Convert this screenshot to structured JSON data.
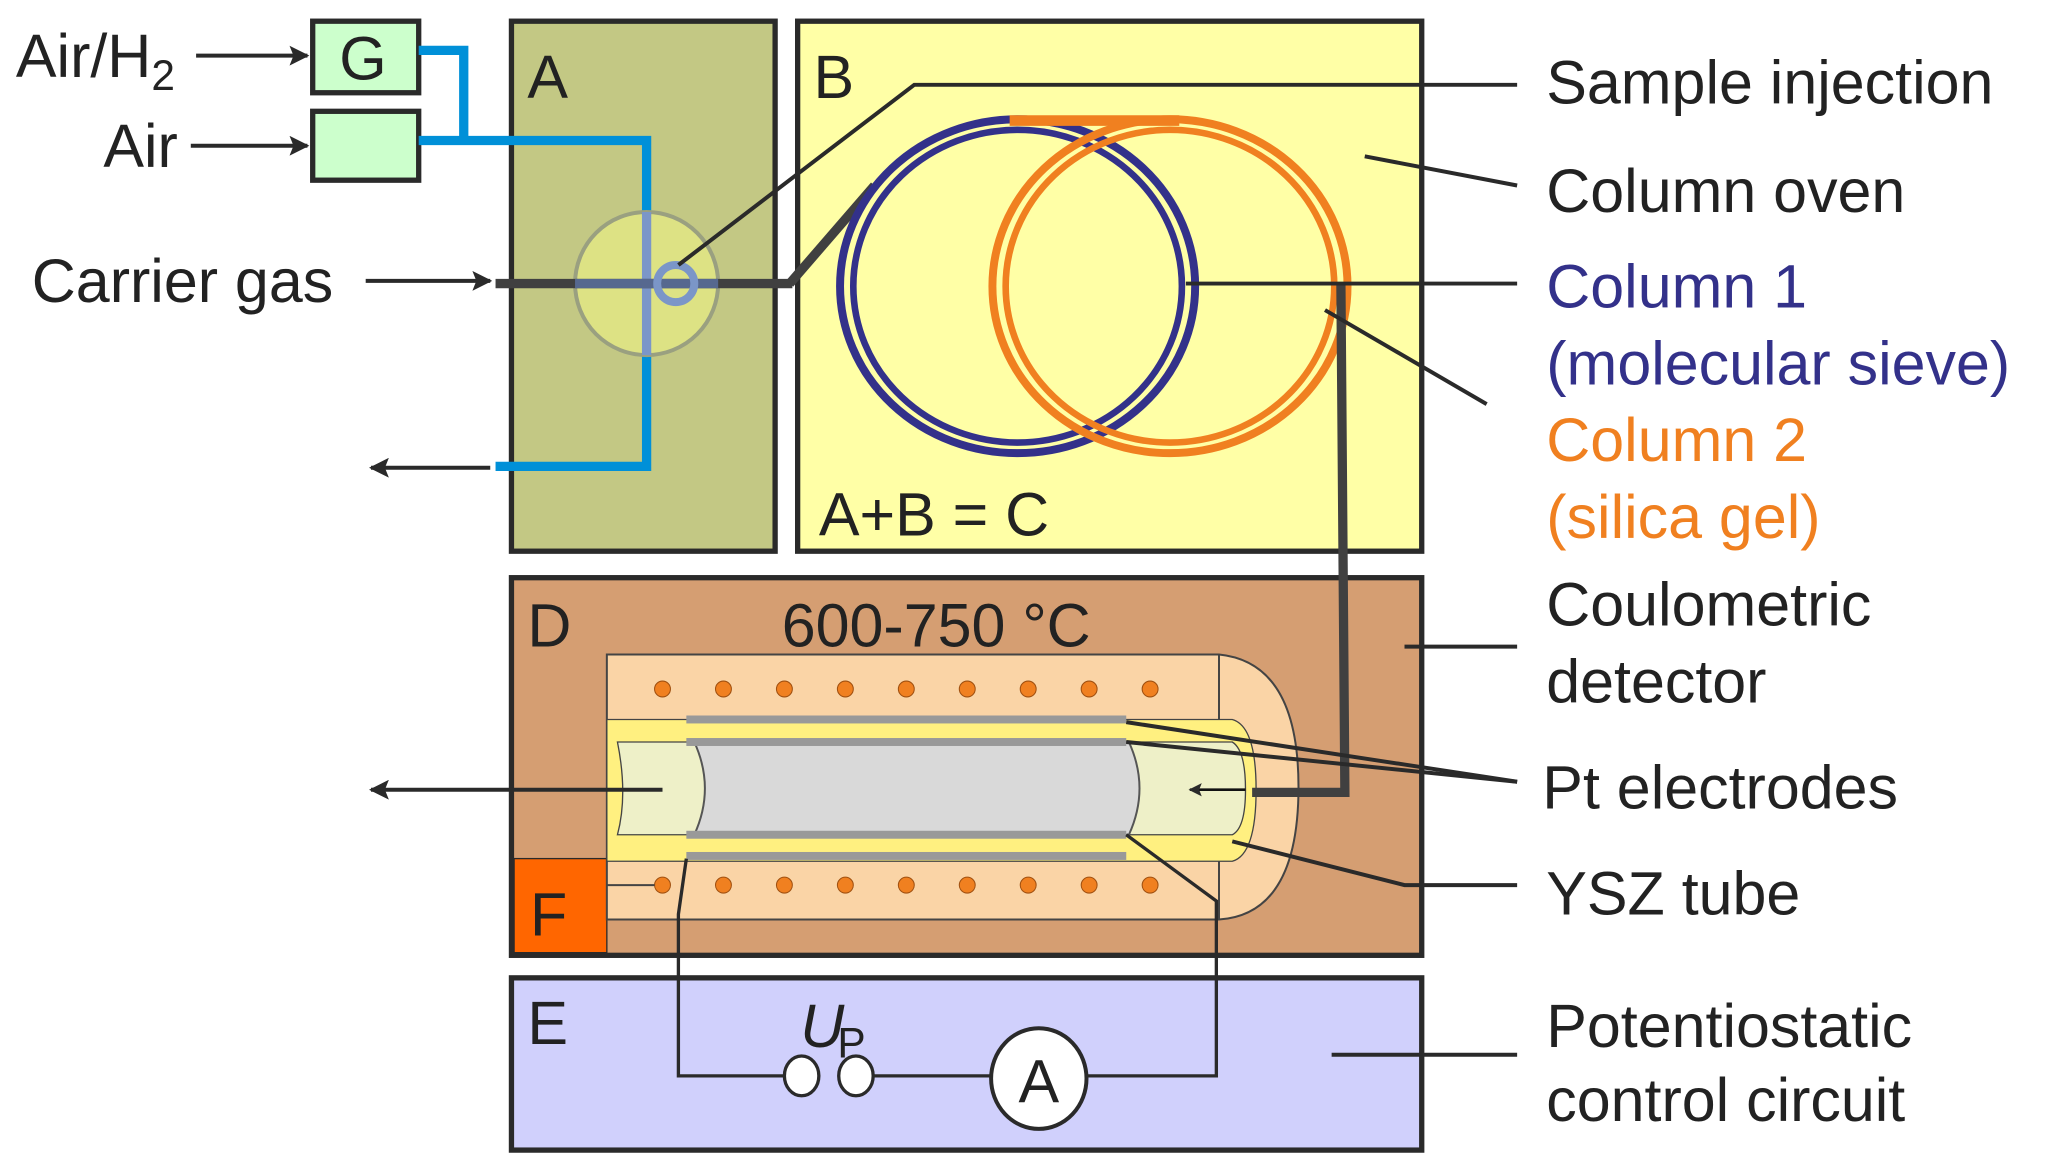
{
  "inputs": {
    "air_h2": "Air/H",
    "air_h2_sub": "2",
    "air": "Air",
    "carrier_gas": "Carrier gas"
  },
  "boxes": {
    "a": "A",
    "b": "B",
    "d": "D",
    "e": "E",
    "f": "F",
    "g": "G",
    "sum": "A+B = C",
    "temperature": "600-750 °C",
    "voltage": "U",
    "voltage_sub": "P",
    "ammeter": "A"
  },
  "labels": {
    "sample_injection": "Sample injection",
    "column_oven": "Column oven",
    "column1": "Column 1",
    "column1_sub": "(molecular sieve)",
    "column2": "Column 2",
    "column2_sub": "(silica gel)",
    "detector1": "Coulometric",
    "detector2": "detector",
    "pt_electrodes": "Pt electrodes",
    "ysz_tube": "YSZ tube",
    "control1": "Potentiostatic",
    "control2": "control circuit"
  },
  "colors": {
    "column1": "#33318a",
    "column2": "#f08020",
    "gas_line": "#0090d8",
    "valve_box": "#c3c884",
    "oven": "#ffffa6",
    "detector": "#d59e72",
    "heater": "#ff6600",
    "circuit": "#d0d0fc",
    "generator": "#ccffcc"
  }
}
